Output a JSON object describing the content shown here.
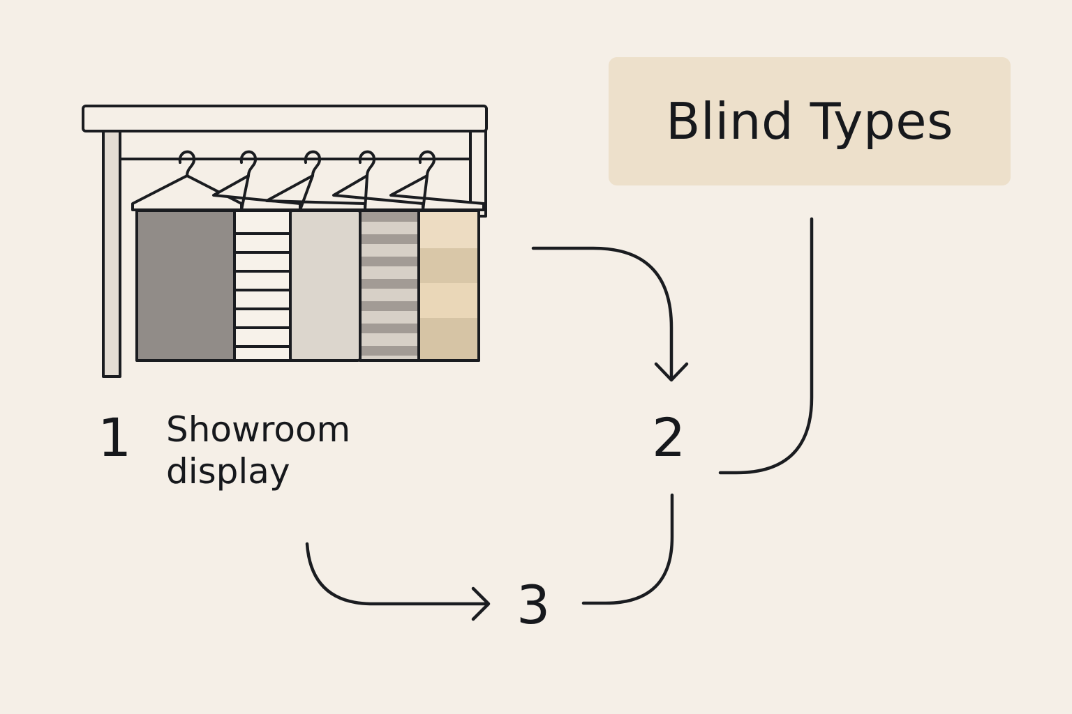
{
  "colors": {
    "background": "#f5efe7",
    "box_fill": "#ede0cb",
    "stroke": "#1a1c20",
    "text": "#16181c",
    "rack_post": "#e4ddd4"
  },
  "box": {
    "label": "Blind Types"
  },
  "steps": [
    {
      "number": "1",
      "caption_line1": "Showroom",
      "caption_line2": "display"
    },
    {
      "number": "2"
    },
    {
      "number": "3"
    }
  ],
  "icons": {
    "display": "blind-sample-rack-icon"
  },
  "swatches": [
    {
      "name": "solid-dark-gray",
      "colors": [
        "#918c88"
      ]
    },
    {
      "name": "white-with-black-slats",
      "colors": [
        "#f7f2ea"
      ]
    },
    {
      "name": "light-beige",
      "colors": [
        "#dcd6cd"
      ]
    },
    {
      "name": "gray-stripes",
      "colors": [
        "#a29b95",
        "#d7d0c7"
      ]
    },
    {
      "name": "tan-bands",
      "colors": [
        "#e9d9bd",
        "#d9c7a8"
      ]
    }
  ]
}
